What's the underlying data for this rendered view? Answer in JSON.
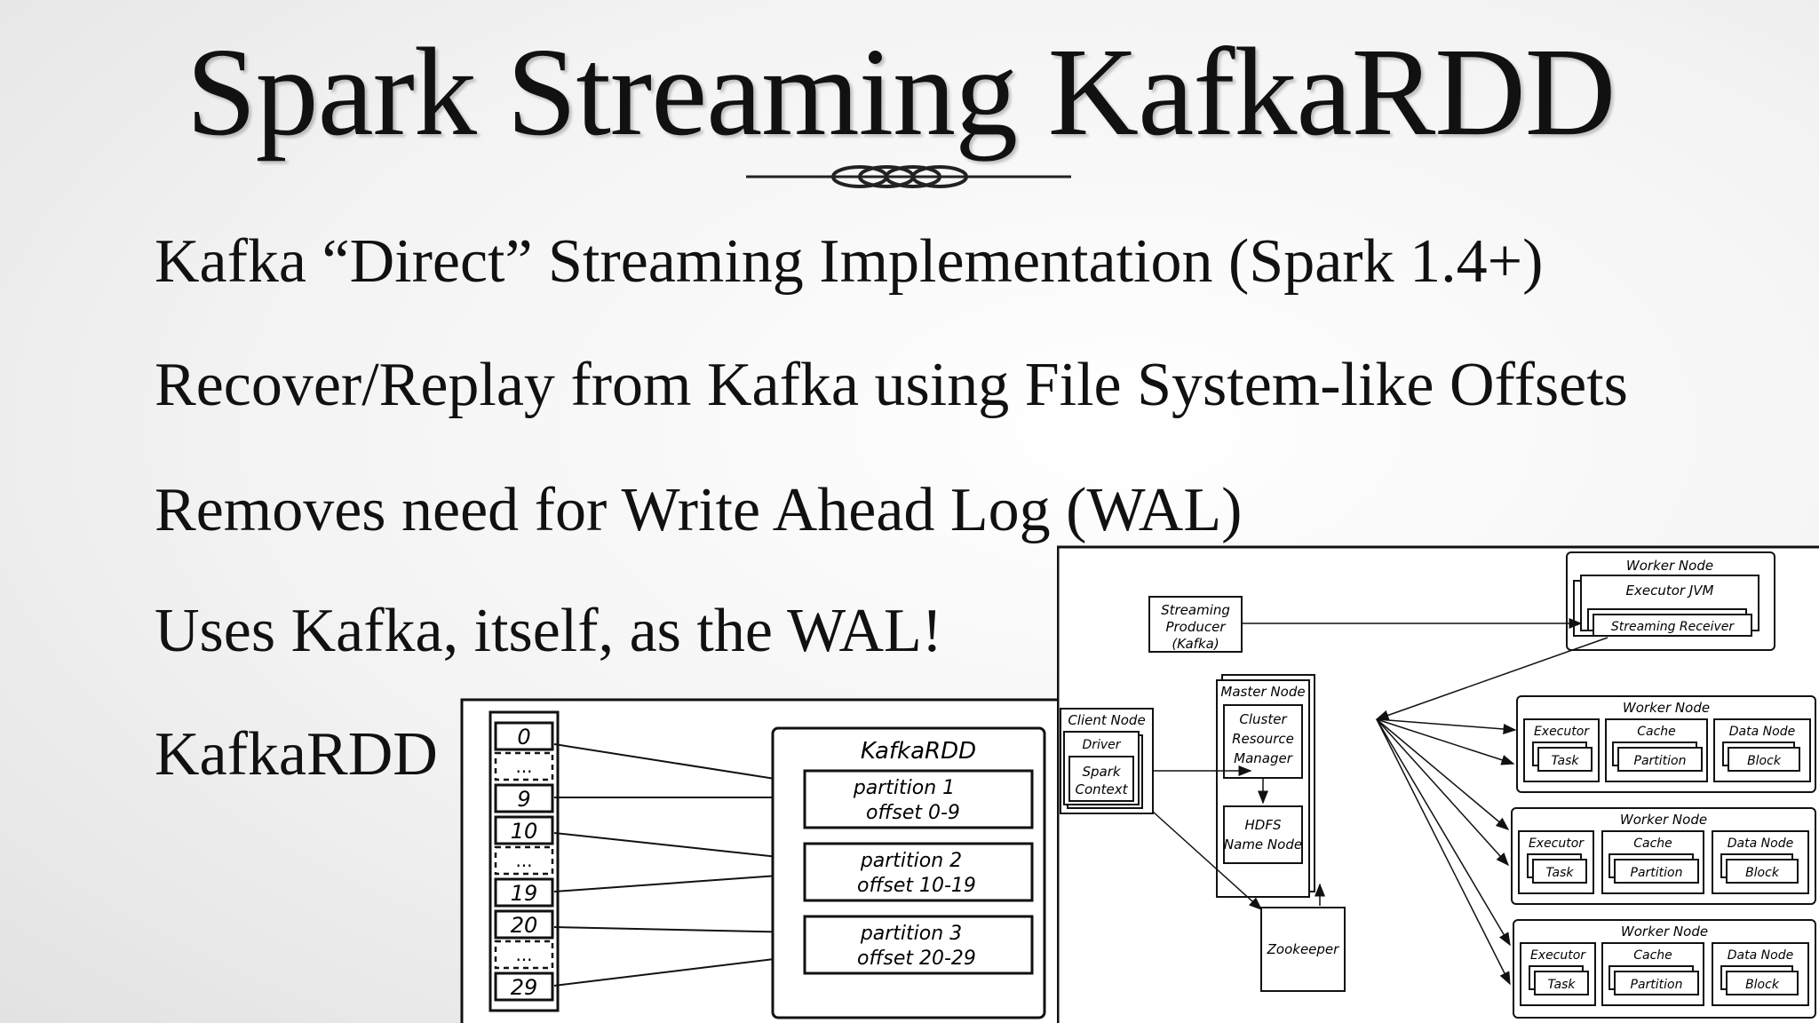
{
  "slide": {
    "title": "Spark Streaming KafkaRDD",
    "bullets": [
      "Kafka “Direct” Streaming Implementation (Spark 1.4+)",
      "Recover/Replay from Kafka using File System-like Offsets",
      "Removes need for Write Ahead Log (WAL)",
      "Uses Kafka, itself, as the WAL!",
      "KafkaRDD"
    ]
  },
  "kafka_diagram": {
    "offsets": [
      "0",
      "...",
      "9",
      "10",
      "...",
      "19",
      "20",
      "...",
      "29"
    ],
    "rdd_title": "KafkaRDD",
    "partitions": [
      {
        "name": "partition 1",
        "offset": "offset 0-9"
      },
      {
        "name": "partition 2",
        "offset": "offset 10-19"
      },
      {
        "name": "partition 3",
        "offset": "offset 20-29"
      }
    ]
  },
  "cluster_diagram": {
    "producer": [
      "Streaming",
      "Producer",
      "(Kafka)"
    ],
    "client_node": "Client Node",
    "driver": "Driver",
    "spark_context": [
      "Spark",
      "Context"
    ],
    "master_node": "Master Node",
    "resource_manager": [
      "Cluster",
      "Resource",
      "Manager"
    ],
    "hdfs": [
      "HDFS",
      "Name Node"
    ],
    "zookeeper": "Zookeeper",
    "receiver_worker": {
      "title": "Worker Node",
      "executor": "Executor JVM",
      "receiver": "Streaming Receiver"
    },
    "worker": {
      "title": "Worker Node",
      "executor": "Executor",
      "task": "Task",
      "cache": "Cache",
      "partition": "Partition",
      "data_node": "Data Node",
      "block": "Block"
    }
  }
}
